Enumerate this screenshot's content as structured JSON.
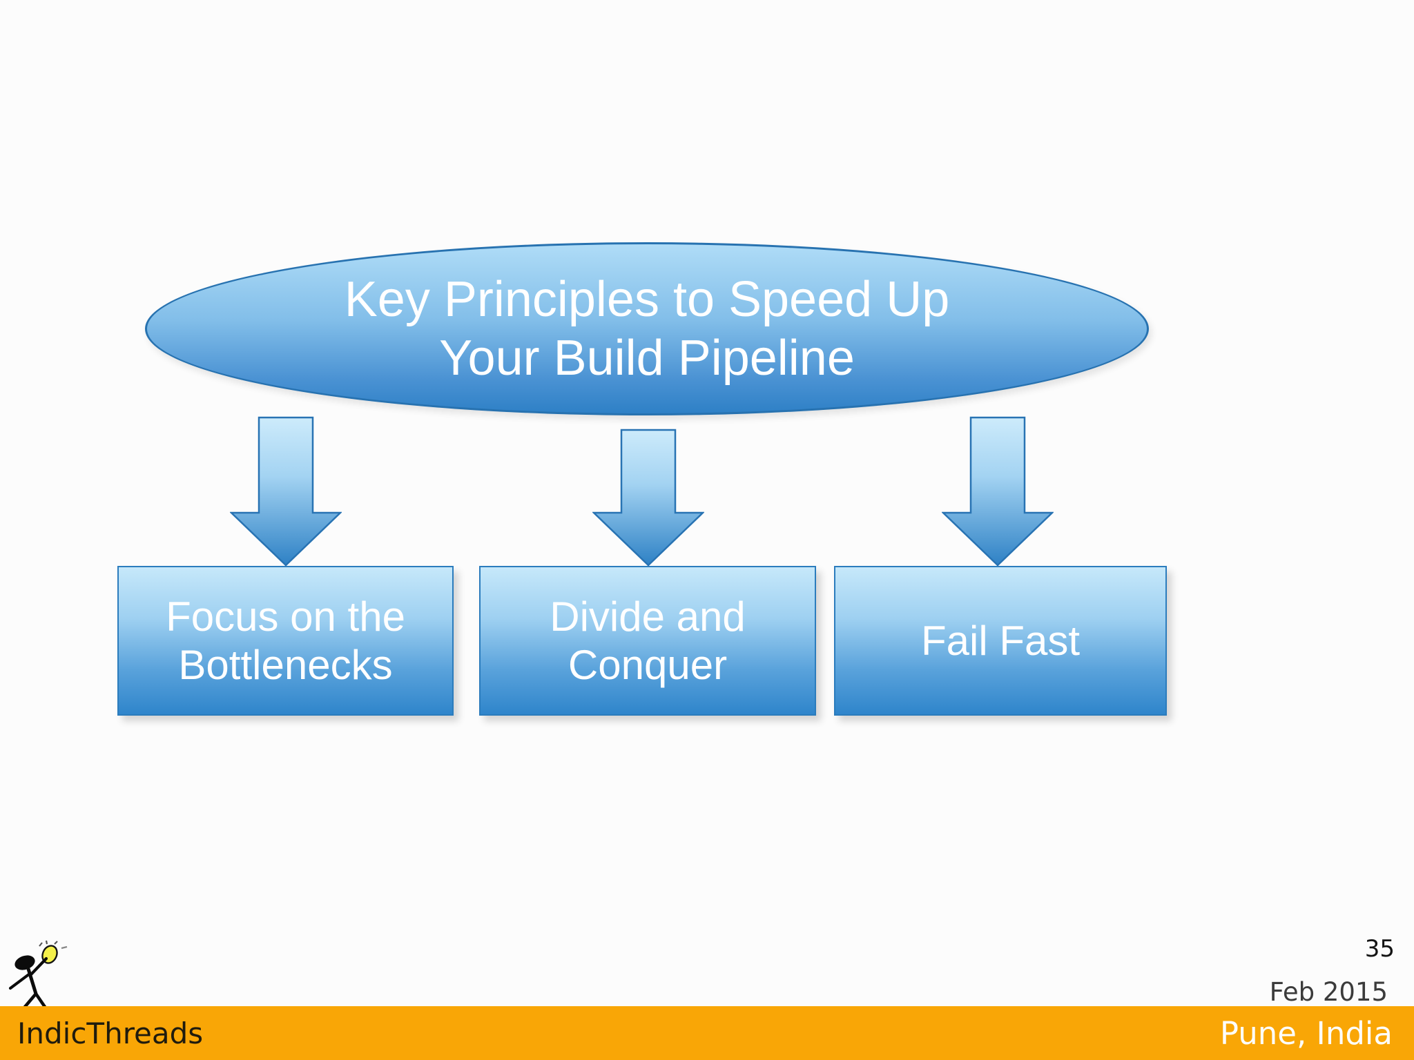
{
  "slide": {
    "title": {
      "line1": "Key Principles to Speed Up",
      "line2": "Your Build Pipeline"
    },
    "principles": [
      {
        "label": "Focus on the Bottlenecks"
      },
      {
        "label": "Divide and Conquer"
      },
      {
        "label": "Fail Fast"
      }
    ],
    "page_number": "35",
    "date": "Feb 2015",
    "footer": {
      "brand": "IndicThreads",
      "location": "Pune, India"
    },
    "colors": {
      "footer_bar": "#F9A606",
      "shape_gradient_top": "#C6E8FA",
      "shape_gradient_bottom": "#2F85CB",
      "shape_border": "#2B7CBD",
      "text_on_shapes": "#FFFFFF",
      "page_text": "#141414",
      "date_text": "#3B3B3B"
    },
    "icons": [
      {
        "name": "down-arrow-icon",
        "shape": "blue gradient block arrow pointing down"
      },
      {
        "name": "indicthreads-stick-figure-logo",
        "shape": "black stick figure holding yellow lightbulb"
      }
    ]
  }
}
